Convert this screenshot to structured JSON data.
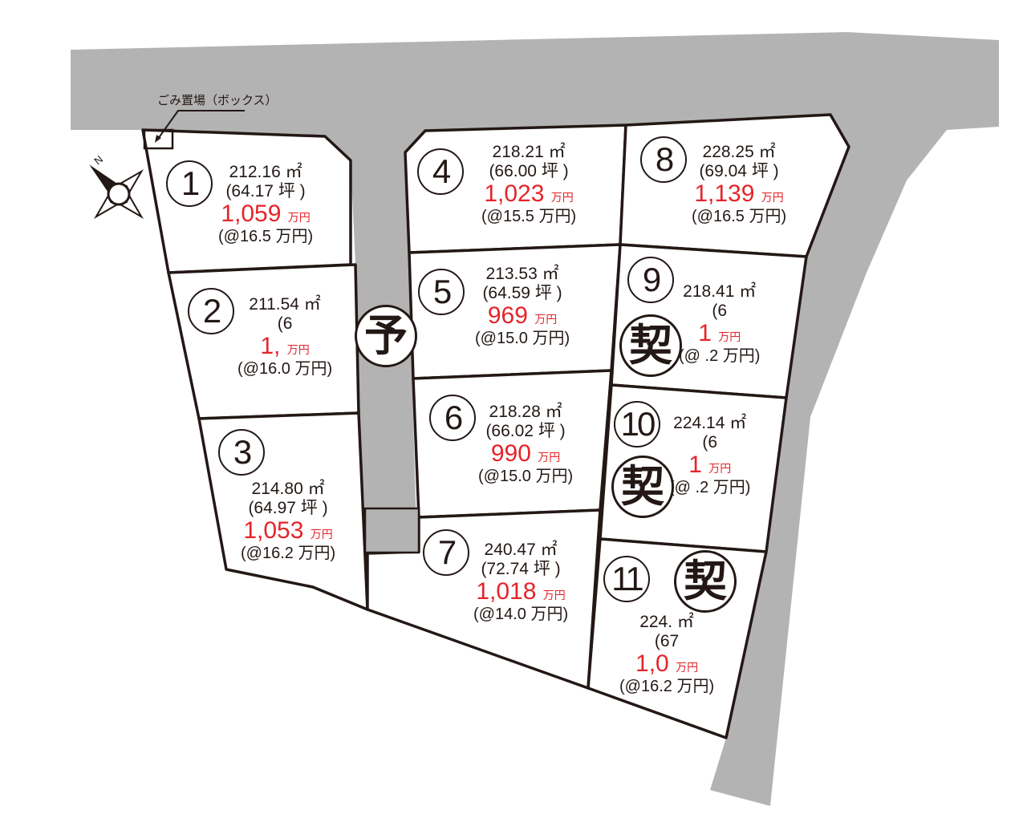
{
  "garbage_label": "ごみ置場（ボックス）",
  "compass_label": "N",
  "colors": {
    "road": "#b3b3b3",
    "price": "#e5242a",
    "line": "#231815"
  },
  "lots": [
    {
      "no": "1",
      "area": "212.16 ㎡",
      "tsubo": "(64.17 坪 )",
      "price": "1,059",
      "price_unit": "万円",
      "unit_price": "(@16.5 万円)",
      "stamp": ""
    },
    {
      "no": "2",
      "area": "211.54 ㎡",
      "tsubo": "(6",
      "price": "1,",
      "price_unit": "万円",
      "unit_price": "(@16.0 万円)",
      "stamp": "予"
    },
    {
      "no": "3",
      "area": "214.80 ㎡",
      "tsubo": "(64.97 坪 )",
      "price": "1,053",
      "price_unit": "万円",
      "unit_price": "(@16.2 万円)",
      "stamp": ""
    },
    {
      "no": "4",
      "area": "218.21 ㎡",
      "tsubo": "(66.00 坪 )",
      "price": "1,023",
      "price_unit": "万円",
      "unit_price": "(@15.5 万円)",
      "stamp": ""
    },
    {
      "no": "5",
      "area": "213.53 ㎡",
      "tsubo": "(64.59 坪 )",
      "price": "969",
      "price_unit": "万円",
      "unit_price": "(@15.0 万円)",
      "stamp": ""
    },
    {
      "no": "6",
      "area": "218.28 ㎡",
      "tsubo": "(66.02 坪 )",
      "price": "990",
      "price_unit": "万円",
      "unit_price": "(@15.0 万円)",
      "stamp": ""
    },
    {
      "no": "7",
      "area": "240.47 ㎡",
      "tsubo": "(72.74 坪 )",
      "price": "1,018",
      "price_unit": "万円",
      "unit_price": "(@14.0 万円)",
      "stamp": ""
    },
    {
      "no": "8",
      "area": "228.25 ㎡",
      "tsubo": "(69.04 坪 )",
      "price": "1,139",
      "price_unit": "万円",
      "unit_price": "(@16.5 万円)",
      "stamp": ""
    },
    {
      "no": "9",
      "area": "218.41 ㎡",
      "tsubo": "(6",
      "price": "1",
      "price_unit": "万円",
      "unit_price": "(@ .2 万円)",
      "stamp": "契"
    },
    {
      "no": "10",
      "area": "224.14 ㎡",
      "tsubo": "(6",
      "price": "1",
      "price_unit": "万円",
      "unit_price": "(@ .2 万円)",
      "stamp": "契"
    },
    {
      "no": "11",
      "area": "224. ㎡",
      "tsubo": "(67",
      "price": "1,0",
      "price_unit": "万円",
      "unit_price": "(@16.2 万円)",
      "stamp": "契"
    }
  ]
}
